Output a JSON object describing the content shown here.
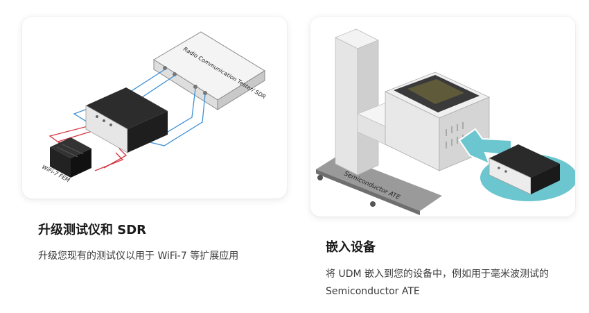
{
  "cards": [
    {
      "title": "升级测试仪和 SDR",
      "description": "升级您现有的测试仪以用于 WiFi-7 等扩展应用",
      "illustration": {
        "tester_label": "Radio Communication Tester/ SDR",
        "fem_label": "WiFi-7 FEM"
      }
    },
    {
      "title": "嵌入设备",
      "description": "将 UDM 嵌入到您的设备中，例如用于毫米波测试的 Semiconductor ATE",
      "illustration": {
        "ate_label": "Semiconductor ATE"
      }
    }
  ],
  "colors": {
    "cable_blue": "#3d8fd6",
    "cable_red": "#d6333f",
    "teal": "#6cc6cf",
    "device_dark": "#1e1e1e"
  }
}
